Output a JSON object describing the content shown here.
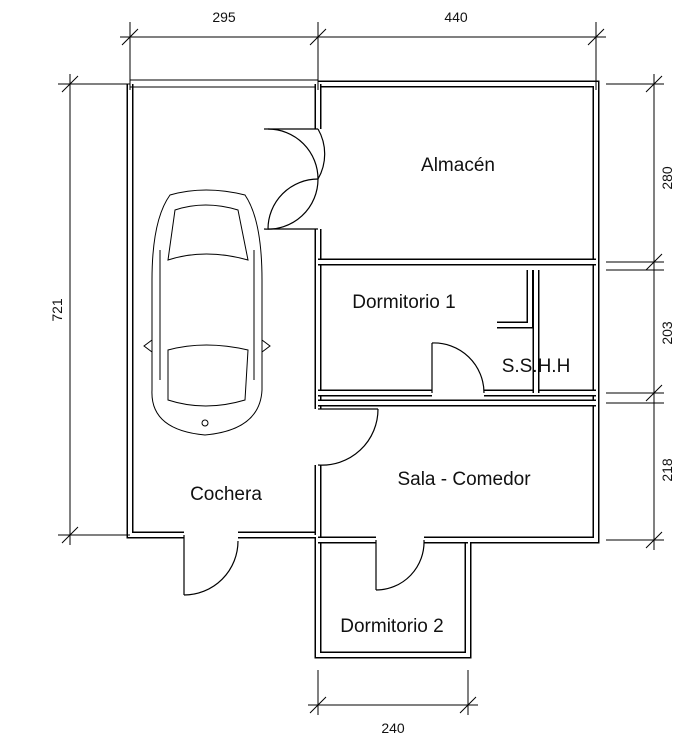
{
  "rooms": {
    "almacen": "Almacén",
    "dormitorio1": "Dormitorio 1",
    "sshh": "S.S.H.H",
    "sala_comedor": "Sala - Comedor",
    "cochera": "Cochera",
    "dormitorio2": "Dormitorio 2"
  },
  "dimensions": {
    "top_left": "295",
    "top_right": "440",
    "left_total": "721",
    "right_top": "280",
    "right_middle": "203",
    "right_bottom": "218",
    "bottom": "240"
  },
  "icons": {
    "car": "car-top-view-icon"
  }
}
